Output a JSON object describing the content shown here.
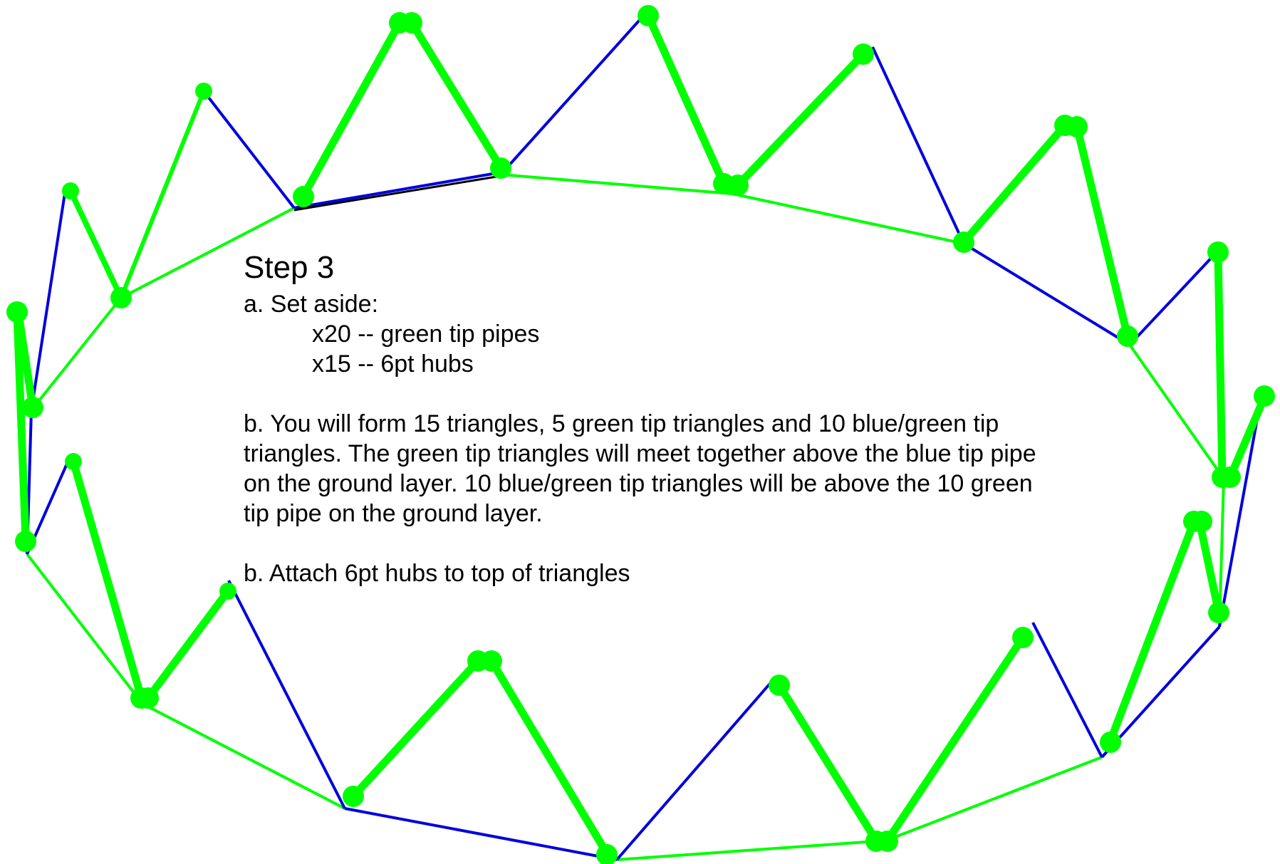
{
  "diagram": {
    "colors": {
      "blue_pipe": "#0000dd",
      "green_pipe": "#00ff00",
      "black_pipe": "#000000",
      "hub": "#00ff00"
    }
  },
  "instructions": {
    "title": "Step 3",
    "step_a_heading": "a. Set aside:",
    "set_aside_items": [
      "x20 -- green tip pipes",
      "x15 -- 6pt hubs"
    ],
    "step_b_lines": [
      "b. You will form 15 triangles, 5 green tip triangles and 10 blue/green tip",
      "triangles. The green tip triangles will meet together above the blue tip pipe",
      "on the ground layer. 10 blue/green tip triangles will be above the 10 green",
      "tip pipe on the ground layer."
    ],
    "step_b2": "b. Attach 6pt hubs to top of triangles"
  }
}
